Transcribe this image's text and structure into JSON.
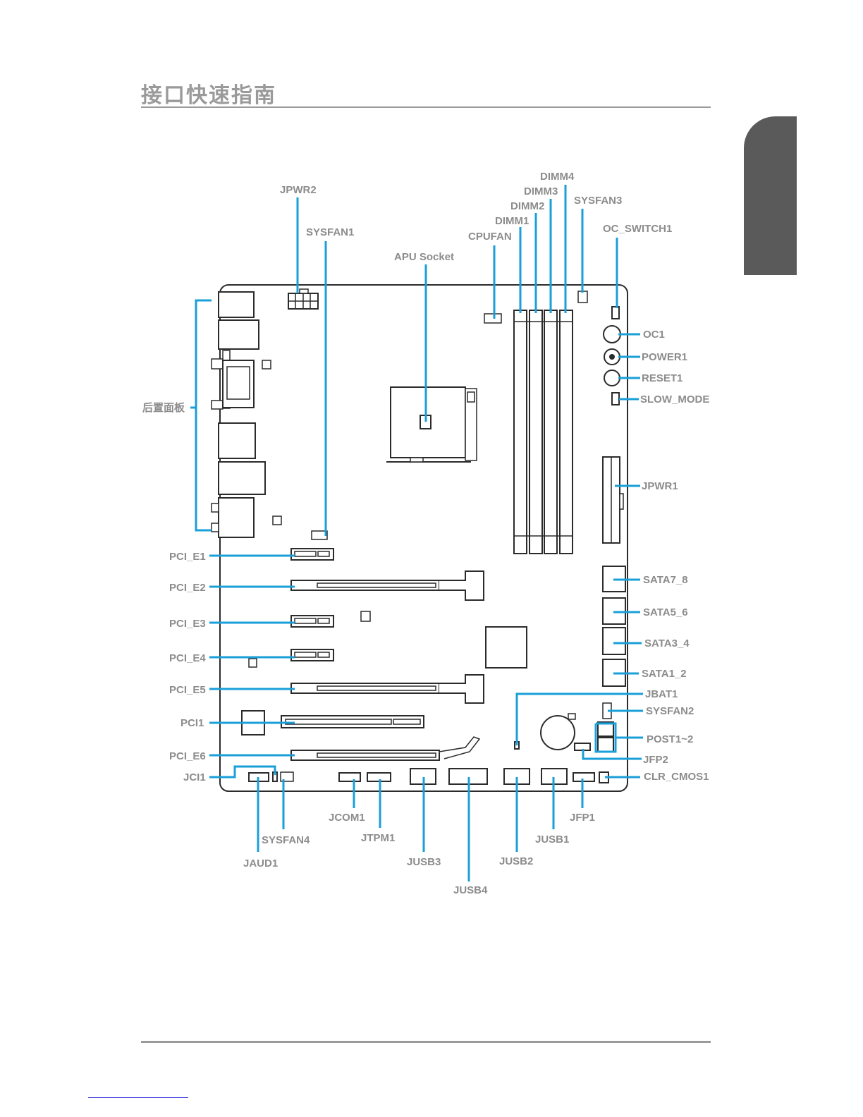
{
  "header": {
    "title": "接口快速指南"
  },
  "colors": {
    "leader": "#1a9fd8",
    "outline": "#2b2b2b",
    "label": "#8c8c8c",
    "tab": "#5a5a5a",
    "rule": "#9a9a9a"
  },
  "labels": {
    "dimm4": "DIMM4",
    "dimm3": "DIMM3",
    "dimm2": "DIMM2",
    "dimm1": "DIMM1",
    "jpwr2": "JPWR2",
    "sysfan1": "SYSFAN1",
    "sysfan3": "SYSFAN3",
    "oc_switch1": "OC_SWITCH1",
    "cpufan": "CPUFAN",
    "apu_socket": "APU Socket",
    "oc1": "OC1",
    "power1": "POWER1",
    "reset1": "RESET1",
    "slow_mode": "SLOW_MODE",
    "jpwr1": "JPWR1",
    "rear_panel": "后置面板",
    "pci_e1": "PCI_E1",
    "pci_e2": "PCI_E2",
    "pci_e3": "PCI_E3",
    "pci_e4": "PCI_E4",
    "pci_e5": "PCI_E5",
    "pci1": "PCI1",
    "pci_e6": "PCI_E6",
    "jci1": "JCI1",
    "sata7_8": "SATA7_8",
    "sata5_6": "SATA5_6",
    "sata3_4": "SATA3_4",
    "sata1_2": "SATA1_2",
    "jbat1": "JBAT1",
    "sysfan2": "SYSFAN2",
    "post1_2": "POST1~2",
    "jfp2": "JFP2",
    "clr_cmos1": "CLR_CMOS1",
    "jcom1": "JCOM1",
    "jfp1": "JFP1",
    "sysfan4": "SYSFAN4",
    "jtpm1": "JTPM1",
    "jusb1": "JUSB1",
    "jaud1": "JAUD1",
    "jusb3": "JUSB3",
    "jusb2": "JUSB2",
    "jusb4": "JUSB4"
  }
}
